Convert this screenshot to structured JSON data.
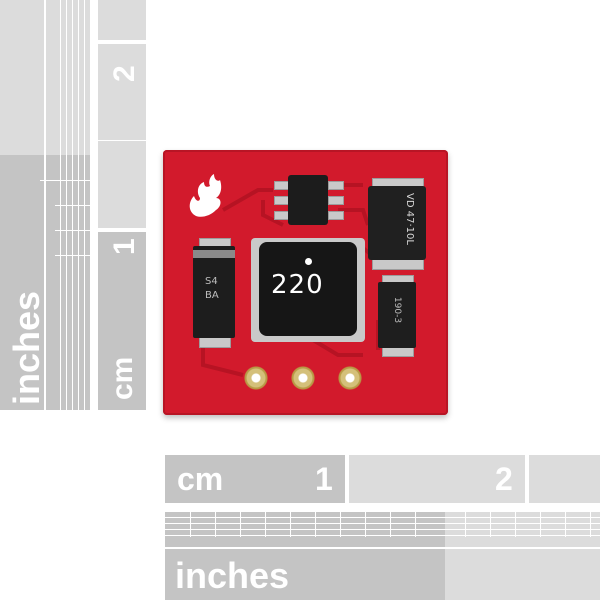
{
  "rulers": {
    "vertical": {
      "unit_inches": "inches",
      "unit_cm": "cm",
      "cm_marks": [
        "1",
        "2"
      ]
    },
    "horizontal": {
      "unit_cm": "cm",
      "unit_inches": "inches",
      "cm_marks": [
        "1",
        "2"
      ]
    }
  },
  "board": {
    "inductor_label": "220",
    "diode_marking": [
      "S4",
      "BA"
    ],
    "capacitor_marking": "VD 47·10L",
    "small_cap_marking": "190-3"
  },
  "colors": {
    "pcb": "#d21a2c",
    "ruler_light": "#d9d9d9",
    "ruler_dark": "#c3c3c3"
  }
}
